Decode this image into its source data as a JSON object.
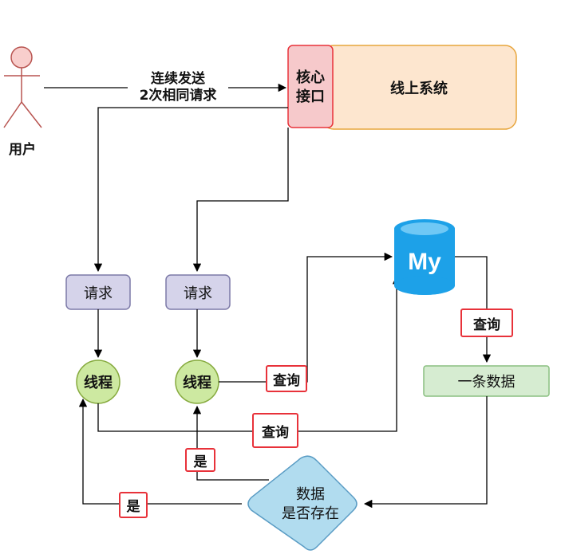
{
  "user": {
    "label": "用户"
  },
  "send_label": {
    "line1": "连续发送",
    "line2": "2次相同请求"
  },
  "core_interface": {
    "line1": "核心",
    "line2": "接口"
  },
  "online_system": {
    "label": "线上系统"
  },
  "request_left": {
    "label": "请求"
  },
  "request_right": {
    "label": "请求"
  },
  "thread_left": {
    "label": "线程"
  },
  "thread_right": {
    "label": "线程"
  },
  "database": {
    "icon": "mysql-database-icon",
    "logo_text": "My"
  },
  "query_db_down": {
    "label": "查询"
  },
  "query_right_thread": {
    "label": "查询"
  },
  "query_left_thread": {
    "label": "查询"
  },
  "one_record": {
    "label": "一条数据"
  },
  "decision": {
    "line1": "数据",
    "line2": "是否存在"
  },
  "yes_right": {
    "label": "是"
  },
  "yes_left": {
    "label": "是"
  },
  "colors": {
    "edge": "#000000",
    "highlight_border": "#e8323a",
    "core_fill": "#f6c9cb",
    "system_fill": "#fde6cf",
    "system_border": "#e7a53c",
    "request_fill": "#d5d3ea",
    "request_border": "#7d7aa8",
    "thread_fill": "#cde9a1",
    "thread_border": "#86aa3e",
    "db_fill": "#1da1e8",
    "record_fill": "#d6ecd1",
    "record_border": "#8abf80",
    "decision_fill": "#b1dcef",
    "decision_border": "#5a9cc4"
  }
}
